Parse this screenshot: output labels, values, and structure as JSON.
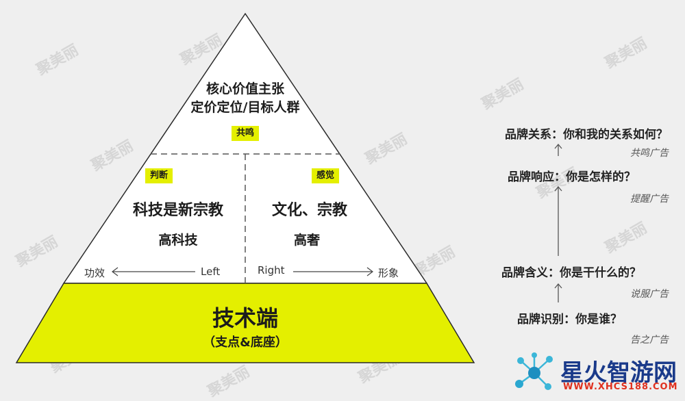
{
  "watermark": "聚美丽",
  "pyramid": {
    "top": {
      "line1": "核心价值主张",
      "line2": "定价定位/目标人群",
      "tag": "共鸣"
    },
    "left": {
      "tag": "判断",
      "title": "科技是新宗教",
      "subtitle": "高科技",
      "axis_label_outer": "功效",
      "axis_label_inner": "Left"
    },
    "right": {
      "tag": "感觉",
      "title": "文化、宗教",
      "subtitle": "高奢",
      "axis_label_inner": "Right",
      "axis_label_outer": "形象"
    },
    "base": {
      "title": "技术端",
      "subtitle": "（支点&底座）"
    },
    "colors": {
      "accent": "#e4ef00",
      "fill": "#ffffff",
      "stroke": "#2a2a2a"
    }
  },
  "ladder": [
    {
      "question": "品牌关系：你和我的关系如何？",
      "ad": "共鸣广告"
    },
    {
      "question": "品牌响应：你是怎样的？",
      "ad": "提醒广告"
    },
    {
      "question": "品牌含义：你是干什么的？",
      "ad": "说服广告"
    },
    {
      "question": "品牌识别：你是谁？",
      "ad": "告之广告"
    }
  ],
  "logo": {
    "name": "星火智游网",
    "url": "WWW.XHCS188.COM",
    "icon": "molecule-network-icon"
  }
}
